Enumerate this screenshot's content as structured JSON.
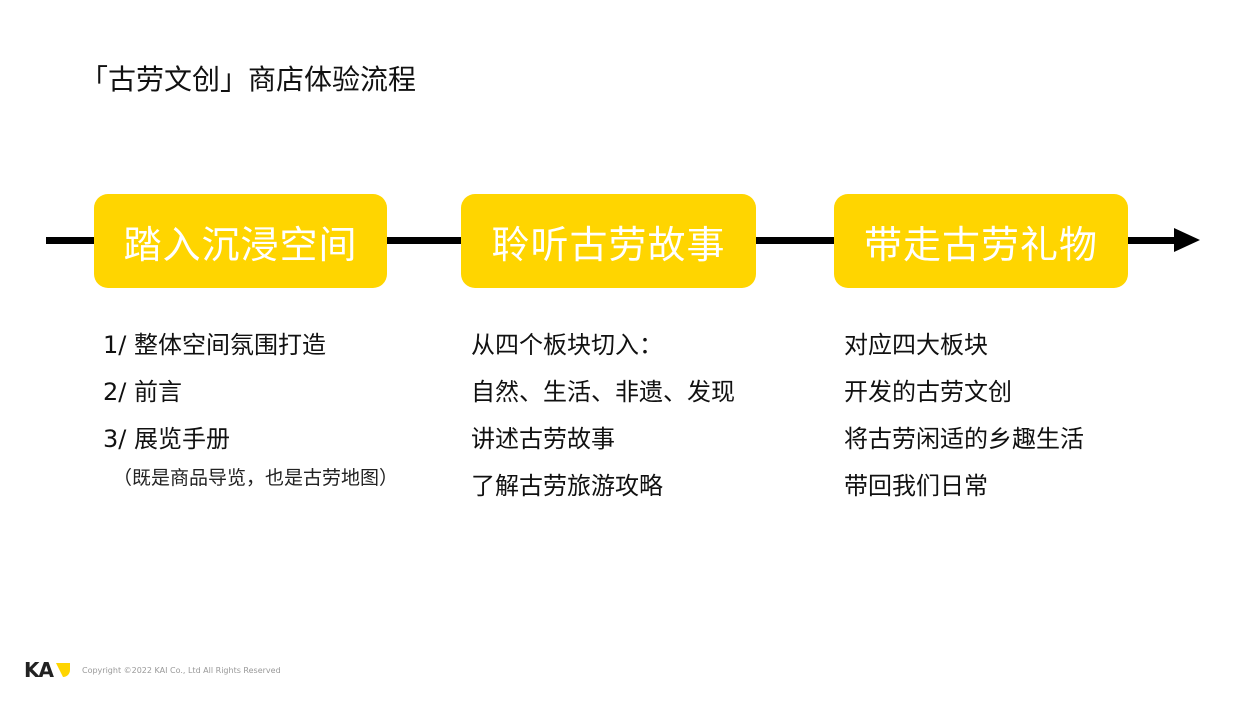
{
  "title": "「古劳文创」商店体验流程",
  "stages": [
    {
      "label": "踏入沉浸空间",
      "items": [
        "1/ 整体空间氛围打造",
        "2/ 前言",
        "3/ 展览手册",
        "（既是商品导览，也是古劳地图）"
      ]
    },
    {
      "label": "聆听古劳故事",
      "items": [
        "从四个板块切入：",
        "自然、生活、非遗、发现",
        "讲述古劳故事",
        "了解古劳旅游攻略"
      ]
    },
    {
      "label": "带走古劳礼物",
      "items": [
        "对应四大板块",
        "开发的古劳文创",
        "将古劳闲适的乡趣生活",
        "带回我们日常"
      ]
    }
  ],
  "footer": {
    "logo_text": "KA",
    "copyright": "Copyright ©2022 KAI Co., Ltd All Rights Reserved"
  },
  "colors": {
    "accent": "#FFD500",
    "line": "#000000"
  }
}
